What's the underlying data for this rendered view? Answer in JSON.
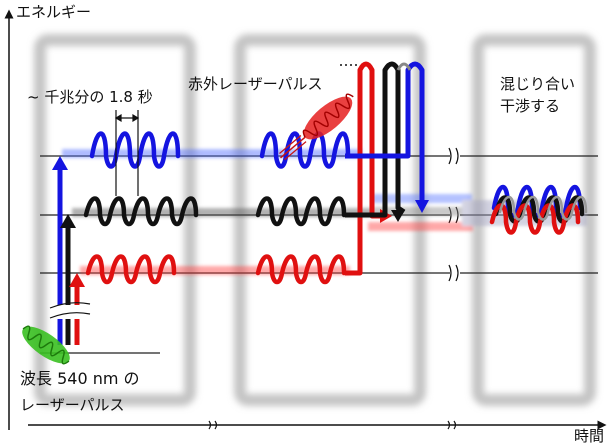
{
  "axes": {
    "energy_label": "エネルギー",
    "time_label": "時間"
  },
  "annotations": {
    "period": "~ 千兆分の 1.8 秒",
    "ir_pulse": "赤外レーザーパルス",
    "mixing_line1": "混じり合い",
    "mixing_line2": "干渉する",
    "visible_pulse_line1": "波長 540 nm の",
    "visible_pulse_line2": "レーザーパルス"
  },
  "colors": {
    "upper_level": "#1414e0",
    "middle_level": "#111111",
    "lower_level": "#e01010",
    "ir_pulse": "#e51e1e",
    "visible_pulse": "#3ac021",
    "phase_box": "#c8c8c8"
  }
}
